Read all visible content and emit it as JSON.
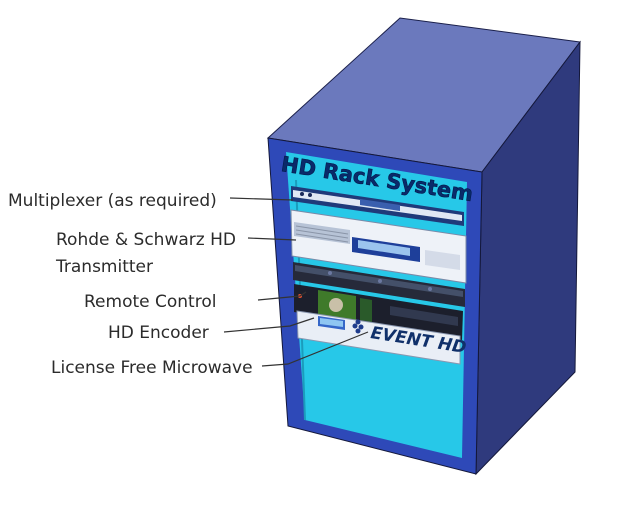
{
  "rack": {
    "title": "HD Rack System",
    "encoder_brand": "EVENT HD"
  },
  "labels": {
    "multiplexer": "Multiplexer (as required)",
    "transmitter_line1": "Rohde & Schwarz HD",
    "transmitter_line2": "Transmitter",
    "remote_control": "Remote Control",
    "hd_encoder": "HD Encoder",
    "microwave": "License Free Microwave"
  },
  "colors": {
    "top": "#6b79bd",
    "side": "#2f3a7d",
    "front_frame": "#2e49b8",
    "interior": "#27c8e8",
    "equipment_panel": "#e9eef6",
    "leader_line": "#333333"
  }
}
